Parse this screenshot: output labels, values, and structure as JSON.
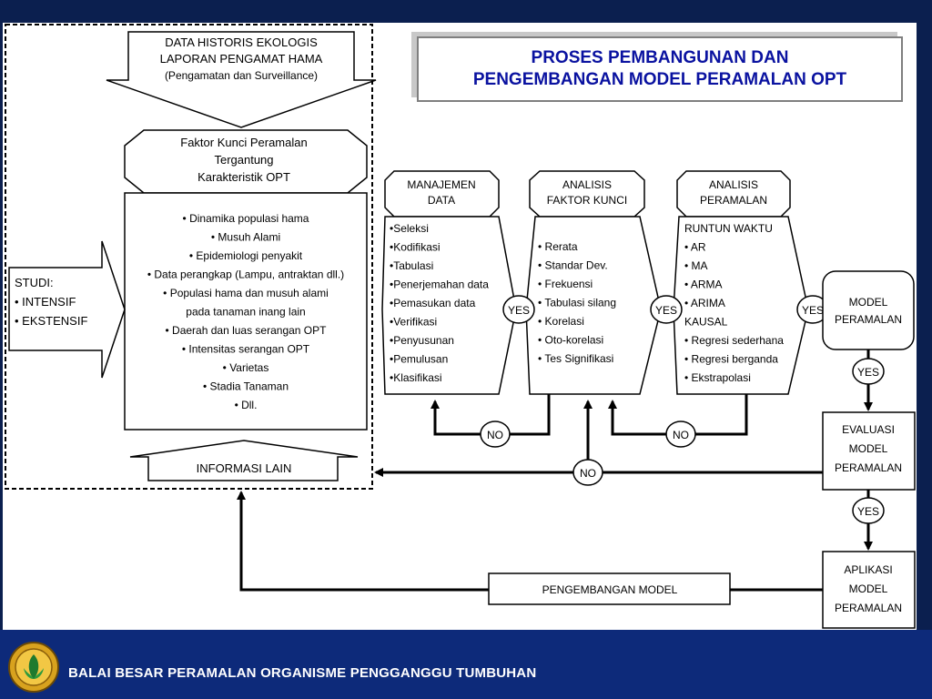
{
  "title": {
    "line1": "PROSES PEMBANGUNAN DAN",
    "line2": "PENGEMBANGAN MODEL PERAMALAN OPT"
  },
  "footer": {
    "text": "BALAI BESAR PERAMALAN ORGANISME PENGGANGGU TUMBUHAN"
  },
  "colors": {
    "background": "#0b1f4f",
    "footer": "#0d2a7a",
    "title_text": "#0a12a0"
  },
  "left": {
    "top_arrow": [
      "DATA HISTORIS EKOLOGIS",
      "LAPORAN PENGAMAT HAMA",
      "(Pengamatan dan Surveillance)"
    ],
    "key_factor": [
      "Faktor Kunci Peramalan",
      "Tergantung",
      "Karakteristik OPT"
    ],
    "factors": [
      "• Dinamika populasi hama",
      "• Musuh Alami",
      "• Epidemiologi penyakit",
      "• Data perangkap (Lampu, antraktan dll.)",
      "• Populasi hama dan musuh alami",
      "pada tanaman inang lain",
      "• Daerah dan luas serangan OPT",
      "• Intensitas serangan OPT",
      "• Varietas",
      "• Stadia Tanaman",
      "• Dll."
    ],
    "studi": [
      "STUDI:",
      "• INTENSIF",
      "• EKSTENSIF"
    ],
    "other_info": "INFORMASI LAIN"
  },
  "stages": {
    "manajemen": {
      "header": [
        "MANAJEMEN",
        "DATA"
      ],
      "items": [
        "•Seleksi",
        "•Kodifikasi",
        "•Tabulasi",
        "•Penerjemahan data",
        "•Pemasukan data",
        "•Verifikasi",
        "•Penyusunan",
        "•Pemulusan",
        "•Klasifikasi"
      ]
    },
    "analisis_faktor": {
      "header": [
        "ANALISIS",
        "FAKTOR KUNCI"
      ],
      "items": [
        "• Rerata",
        "• Standar Dev.",
        "• Frekuensi",
        "• Tabulasi silang",
        "• Korelasi",
        "• Oto-korelasi",
        "• Tes Signifikasi"
      ]
    },
    "analisis_peramalan": {
      "header": [
        "ANALISIS",
        "PERAMALAN"
      ],
      "items": [
        "RUNTUN WAKTU",
        "• AR",
        "• MA",
        "• ARMA",
        "• ARIMA",
        "KAUSAL",
        "• Regresi sederhana",
        "• Regresi berganda",
        "• Ekstrapolasi"
      ]
    }
  },
  "right": {
    "model": [
      "MODEL",
      "PERAMALAN"
    ],
    "evaluasi": [
      "EVALUASI",
      "MODEL",
      "PERAMALAN"
    ],
    "aplikasi": [
      "APLIKASI",
      "MODEL",
      "PERAMALAN"
    ]
  },
  "pengembangan": "PENGEMBANGAN MODEL",
  "decisions": {
    "yes": "YES",
    "no": "NO"
  }
}
